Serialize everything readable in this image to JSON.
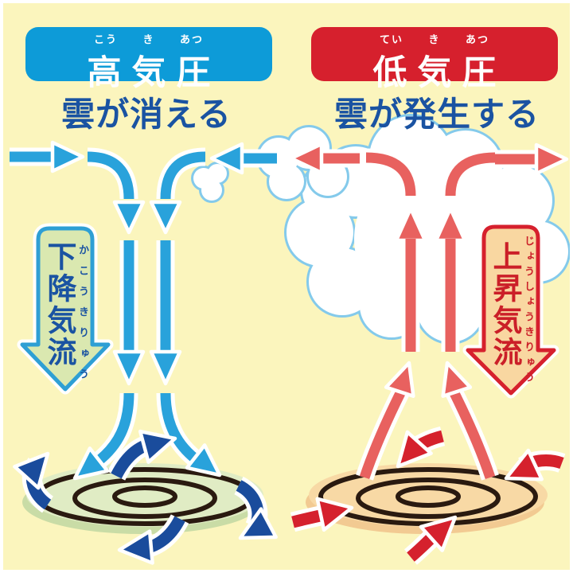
{
  "colors": {
    "background": "#FBF5BD",
    "high_header": "#0D9BD8",
    "low_header": "#D6202D",
    "heading_text_blue": "#1A53A2",
    "flow_blue": "#29A2DB",
    "spiral_dark_blue": "#1A4C9C",
    "flow_red": "#E8615F",
    "spiral_deep_red": "#D5212D",
    "cloud_outline": "#84CAEB",
    "ground_green": "#E0ECC4",
    "ground_peach": "#F8D9A5"
  },
  "high_pressure": {
    "furigana": [
      "こう",
      "き",
      "あつ"
    ],
    "title": "高気圧",
    "subtitle": "雲が消える",
    "flow_label": {
      "text": "下降気流",
      "furigana": "かこうきりゅう"
    }
  },
  "low_pressure": {
    "furigana": [
      "てい",
      "き",
      "あつ"
    ],
    "title": "低気圧",
    "subtitle": "雲が発生する",
    "flow_label": {
      "text": "上昇気流",
      "furigana": "じょうしょうきりゅう"
    }
  }
}
